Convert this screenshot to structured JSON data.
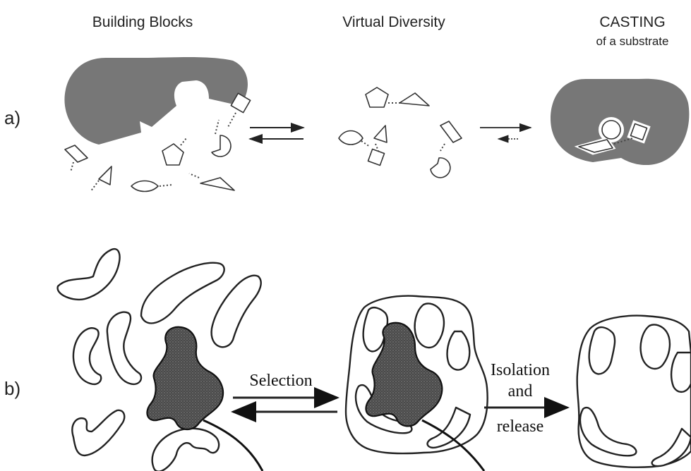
{
  "headers": {
    "building_blocks": "Building Blocks",
    "virtual_diversity": "Virtual Diversity",
    "casting": "CASTING",
    "casting_sub": "of a substrate"
  },
  "panels": {
    "a": "a)",
    "b": "b)"
  },
  "steps": {
    "selection": "Selection",
    "isolation_1": "Isolation",
    "isolation_2": "and",
    "isolation_3": "release"
  }
}
